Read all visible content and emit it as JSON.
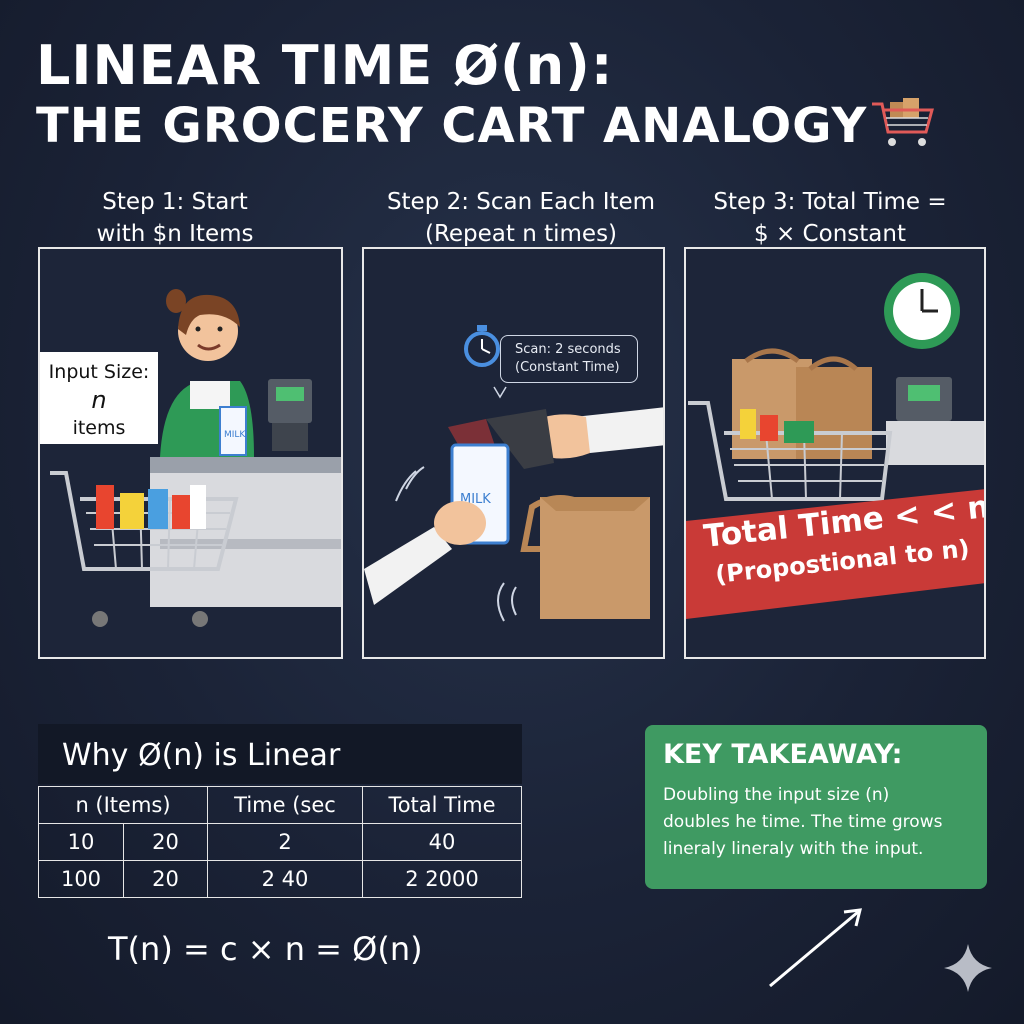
{
  "title": {
    "line1": "LINEAR TIME Ø(n):",
    "line2": "THE GROCERY CART ANALOGY"
  },
  "steps": [
    {
      "line1": "Step 1: Start",
      "line2": "with $n Items"
    },
    {
      "line1": "Step 2: Scan Each Item",
      "line2": "(Repeat n times)"
    },
    {
      "line1": "Step 3: Total Time =",
      "line2": "$ × Constant"
    }
  ],
  "panel1": {
    "input_line1": "Input Size:",
    "input_line2": "n",
    "input_line3": "items",
    "carton_label": "MILK"
  },
  "panel2": {
    "bubble_line1": "Scan: 2 seconds",
    "bubble_line2": "(Constant Time)",
    "carton_label": "MILK"
  },
  "panel3": {
    "banner_line1": "Total Time < < n",
    "banner_line2": "(Propostional to n)"
  },
  "why": {
    "title": "Why Ø(n) is Linear",
    "headers": [
      "n (Items)",
      "Time (sec",
      "Total Time"
    ],
    "rows": [
      [
        "10",
        "20",
        "2",
        "40"
      ],
      [
        "100",
        "20",
        "2 40",
        "2 2000"
      ]
    ]
  },
  "formula": "T(n) = c × n = Ø(n)",
  "takeaway": {
    "title": "KEY TAKEAWAY:",
    "line1": "Doubling the input size (n)",
    "line2": "doubles he time. The time grows",
    "line3": "lineraly lineraly with the input."
  },
  "colors": {
    "background": "#1b2337",
    "takeaway_green": "#3f9a62",
    "banner_red": "#c93a37",
    "panel_border": "#e8e8e8"
  },
  "icons": [
    "shopping-cart-icon",
    "stopwatch-icon",
    "clock-icon",
    "arrow-icon",
    "sparkle-icon"
  ]
}
